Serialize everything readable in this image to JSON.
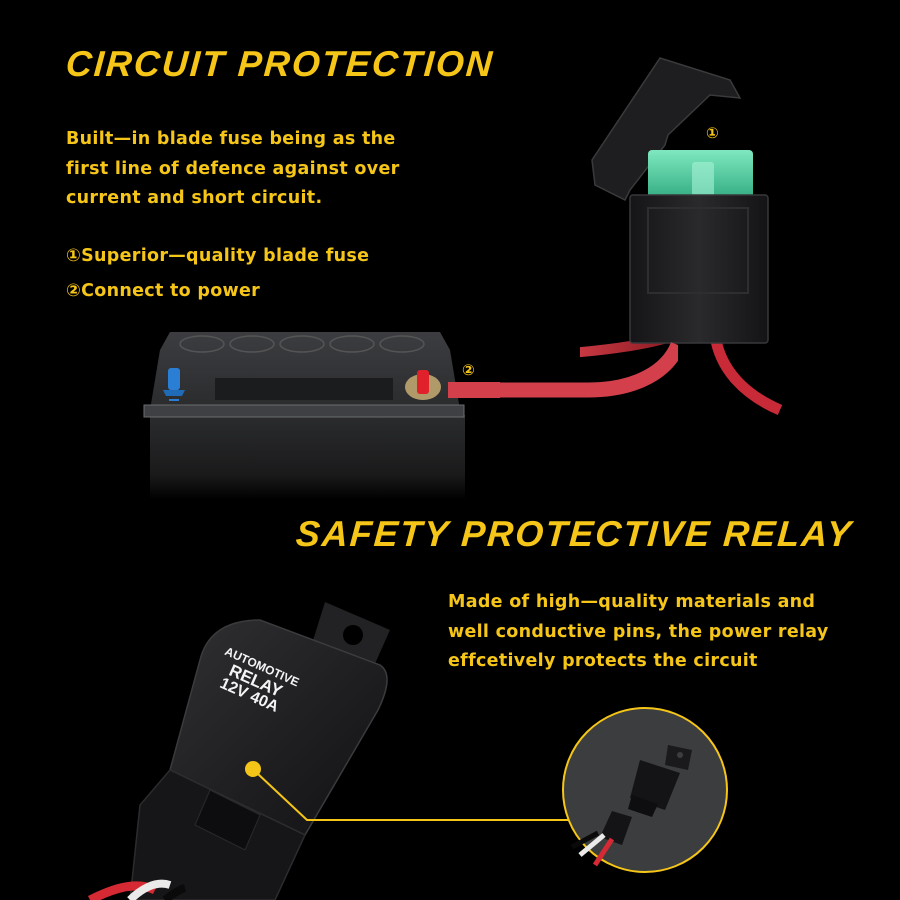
{
  "section1": {
    "title": "CIRCUIT PROTECTION",
    "description_lines": [
      "Built—in blade fuse being as the",
      "first line of defence against over",
      "current and short circuit."
    ],
    "features": [
      "①Superior—quality blade fuse",
      "②Connect to power"
    ],
    "callouts": {
      "fuse_marker": "①",
      "power_marker": "②"
    }
  },
  "section2": {
    "title": "SAFETY PROTECTIVE RELAY",
    "description_lines": [
      "Made of high—quality materials and",
      "well conductive pins, the power relay",
      "effcetively protects the circuit"
    ],
    "relay_label": {
      "line1": "AUTOMOTIVE",
      "line2": "RELAY",
      "line3": "12V 40A"
    }
  },
  "colors": {
    "background": "#000000",
    "accent_yellow": "#f5c518",
    "wire_red": "#d3303f",
    "fuse_green": "#4fd1a0",
    "terminal_blue": "#2a7fd4",
    "terminal_red": "#e0202a",
    "plastic_black": "#1c1c1e",
    "zoom_circle_bg": "#3c3d3f"
  }
}
